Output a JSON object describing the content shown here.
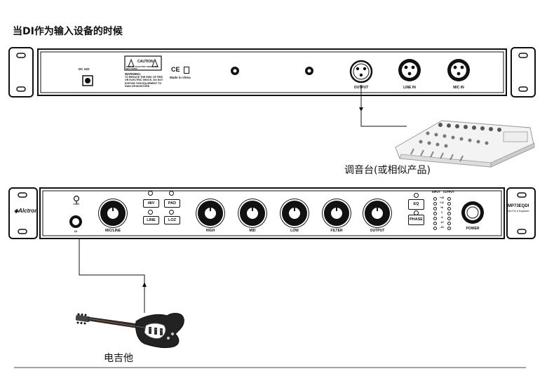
{
  "title": "当DI作为输入设备的时候",
  "rear_panel": {
    "dc_label": "DC 24V",
    "caution_title": "CAUTION",
    "caution_sub": "RISK OF ELECTRIC SHOCK. DO NOT OPEN",
    "warning_title": "WARNING:",
    "warning_text": "TO REDUCE THE RISK OF FIRE OR ELECTRIC SHOCK, DO NOT EXPOSE THIS EQUIPMENT TO RAIN OR MOISTURE",
    "ce_mark": "CE",
    "made_in": "Made in china",
    "output_label": "OUTPUT",
    "line_in_label": "LINE IN",
    "mic_in_label": "MIC IN"
  },
  "mixer_caption": "调音台(或相似产品)",
  "front_panel": {
    "brand": "Alctron",
    "model": "MP73EQ",
    "model_suffix": "DI",
    "model_sub": "Mic Pre & Equalizer",
    "led_label": "LED",
    "input_label": "DI",
    "buttons": [
      "48V",
      "PAD",
      "LINE",
      "LOZ"
    ],
    "eq_button": "EQ",
    "phase_button": "PHASE",
    "knob_labels": [
      "MIC/LINE",
      "HIGH",
      "MID",
      "LOW",
      "FILTER",
      "OUTPUT"
    ],
    "meter_input_label": "INPUT",
    "meter_output_label": "OUTPUT",
    "meter_levels": [
      "+18",
      "+12",
      "+6",
      "0",
      "-6",
      "-12",
      "-18"
    ],
    "power_label": "POWER"
  },
  "guitar_caption": "电吉他"
}
